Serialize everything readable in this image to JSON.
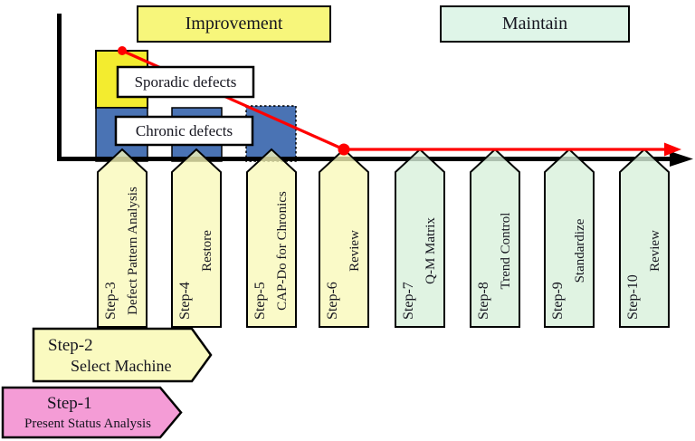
{
  "phases": {
    "improvement": "Improvement",
    "maintain": "Maintain"
  },
  "defect_labels": {
    "sporadic": "Sporadic defects",
    "chronic": "Chronic defects"
  },
  "steps": [
    {
      "id": "Step-1",
      "title": "Present Status Analysis",
      "phase": "preparation"
    },
    {
      "id": "Step-2",
      "title": "Select Machine",
      "phase": "preparation"
    },
    {
      "id": "Step-3",
      "title": "Defect Pattern Analysis",
      "phase": "improvement"
    },
    {
      "id": "Step-4",
      "title": "Restore",
      "phase": "improvement"
    },
    {
      "id": "Step-5",
      "title": "CAP-Do for Chronics",
      "phase": "improvement"
    },
    {
      "id": "Step-6",
      "title": "Review",
      "phase": "improvement"
    },
    {
      "id": "Step-7",
      "title": "Q-M Matrix",
      "phase": "maintain"
    },
    {
      "id": "Step-8",
      "title": "Trend Control",
      "phase": "maintain"
    },
    {
      "id": "Step-9",
      "title": "Standardize",
      "phase": "maintain"
    },
    {
      "id": "Step-10",
      "title": "Review",
      "phase": "maintain"
    }
  ],
  "colors": {
    "improvement_box_fill": "#F7F67B",
    "maintain_box_fill": "#DFF5E8",
    "sporadic_bar_fill": "#F3EC2F",
    "defect_bar_blue": "#4A73B4",
    "improvement_banner_fill": "#F9F8B8",
    "maintain_banner_fill": "#D8F0DB",
    "step2_banner_fill": "#FAFAC0",
    "step1_banner_fill": "#F49CD6",
    "trend_arrow_red": "#FF0000",
    "axis_black": "#000000",
    "label_box_fill": "#FFFFFF"
  }
}
